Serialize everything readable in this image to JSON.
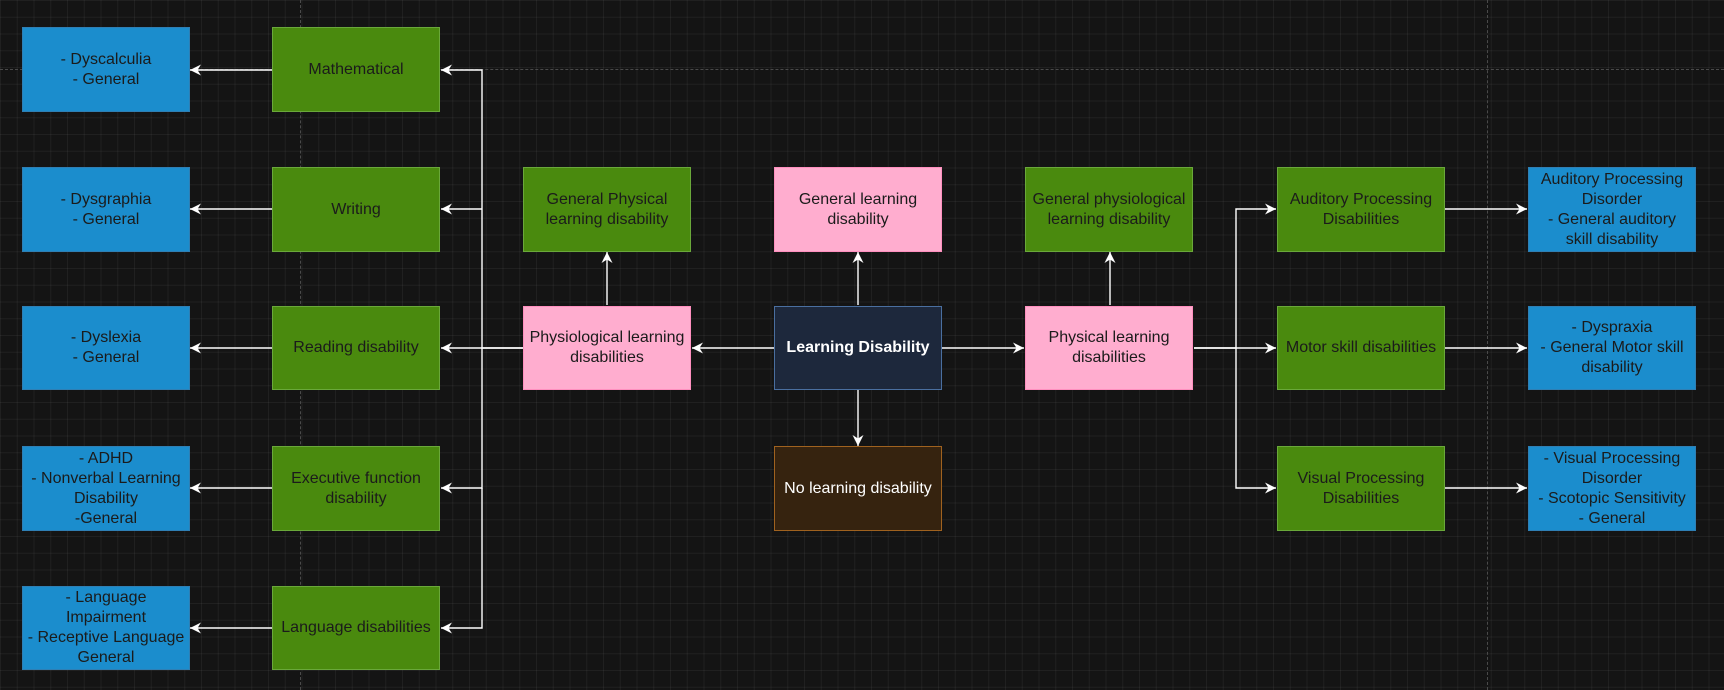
{
  "colors": {
    "background": "#141414",
    "green": "#4a8a0e",
    "blue": "#1b8dcd",
    "pink": "#ffadcf",
    "navy": "#1d283c",
    "brown": "#36230f",
    "edge": "#ffffff"
  },
  "nodes": {
    "root": "Learning Disability",
    "general_learning": "General learning\ndisability",
    "no_learning": "No learning disability",
    "physiological": "Physiological learning\ndisabilities",
    "physical": "Physical learning\ndisabilities",
    "general_physical": "General Physical\nlearning disability",
    "general_physiological": "General physiological\nlearning disability",
    "mathematical": "Mathematical",
    "writing": "Writing",
    "reading": "Reading disability",
    "executive": "Executive function\ndisability",
    "language": "Language disabilities",
    "auditory": "Auditory Processing\nDisabilities",
    "motor": "Motor skill disabilities",
    "visual": "Visual Processing\nDisabilities",
    "math_detail": "- Dyscalculia\n- General",
    "writing_detail": "- Dysgraphia\n- General",
    "reading_detail": "- Dyslexia\n- General",
    "executive_detail": "- ADHD\n- Nonverbal Learning\nDisability\n-General",
    "language_detail": "- Language\nImpairment\n- Receptive Language\nGeneral",
    "auditory_detail": "Auditory Processing\nDisorder\n- General auditory\nskill disability",
    "motor_detail": "- Dyspraxia\n- General Motor skill\ndisability",
    "visual_detail": "- Visual Processing\nDisorder\n- Scotopic Sensitivity\n- General"
  }
}
